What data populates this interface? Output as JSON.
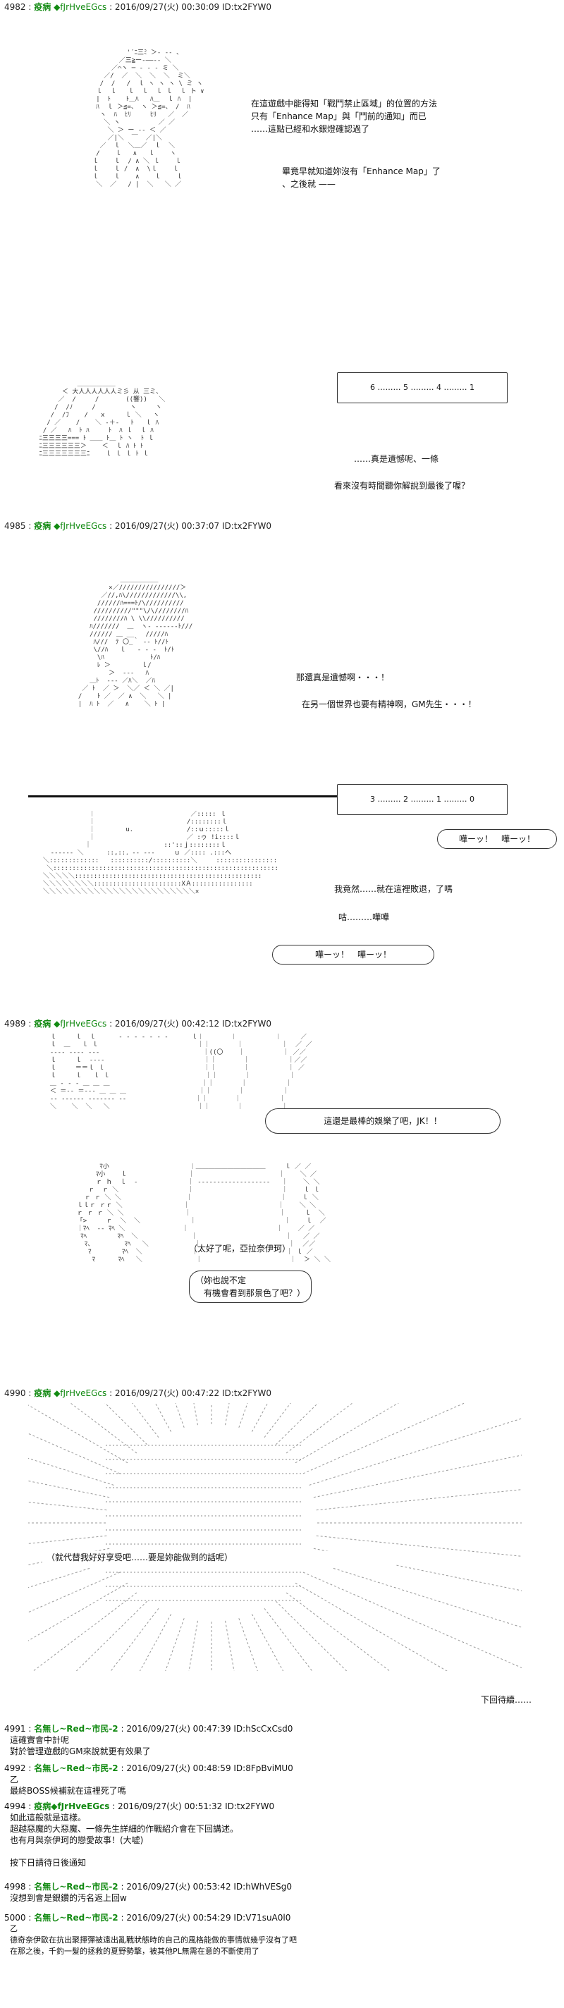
{
  "posts": [
    {
      "num": "4982 :",
      "name": "疫病",
      "trip": "◆fJrHveEGcs",
      "meta": " : 2016/09/27(火) 00:30:09 ID:tx2FYW0"
    },
    {
      "num": "4985 :",
      "name": "疫病",
      "trip": "◆fJrHveEGcs",
      "meta": " : 2016/09/27(火) 00:37:07 ID:tx2FYW0"
    },
    {
      "num": "4989 :",
      "name": "疫病",
      "trip": "◆fJrHveEGcs",
      "meta": " : 2016/09/27(火) 00:42:12 ID:tx2FYW0"
    },
    {
      "num": "4990 :",
      "name": "疫病",
      "trip": "◆fJrHveEGcs",
      "meta": " : 2016/09/27(火) 00:47:22 ID:tx2FYW0"
    }
  ],
  "p1": {
    "dialog1": "在這遊戲中能得知「戰鬥禁止區域」的位置的方法\n只有「Enhance Map」與「鬥前的通知」而已\n……這點已經和水銀燈確認過了",
    "dialog2": "畢竟早就知道妳沒有「Enhance Map」了\n、之後就 ——",
    "banner1": "6 ……… 5 ……… 4 ……… 1",
    "dialog3": "……真是遺憾呢、一條",
    "dialog4": "看來沒有時間聽你解說到最後了喔？"
  },
  "p2": {
    "dialog1": "那還真是遺憾啊・・・！",
    "dialog2": "在另一個世界也要有精神啊，GM先生・・・！",
    "banner1": "3 ……… 2 ……… 1 ……… 0",
    "spiky1": "嘩ーッ！　嘩ーッ！",
    "dialog3": "我竟然……就在這裡敗退，了嗎",
    "dialog4": "咕………嘩嘩",
    "spiky2": "嘩ーッ！　嘩ーッ！"
  },
  "p3": {
    "spiky1": "這還是最棒的娛樂了吧，JK！！",
    "dialog1": "（太好了呢，亞拉奈伊珂）",
    "dialog2": "（妳也說不定\n　有機會看到那景色了吧？）"
  },
  "p4": {
    "dialog1": "（就代替我好好享受吧……要是妳能做到的話呢）",
    "footer": "下回待續……"
  },
  "replies": [
    {
      "header_num": "4991 :",
      "name": "名無し~Red~市民-2",
      "meta": " : 2016/09/27(火) 00:47:39 ID:hScCxCsd0",
      "body": "這確實會中計呢\n對於管理遊戲的GM來說就更有效果了"
    },
    {
      "header_num": "4992 :",
      "name": "名無し~Red~市民-2",
      "meta": " : 2016/09/27(火) 00:48:59 ID:8FpBviMU0",
      "body": "乙\n最終BOSS候補就在這裡死了嗎"
    },
    {
      "header_num": "4994 :",
      "name": "疫病◆fJrHveEGcs",
      "meta": " : 2016/09/27(火) 00:51:32 ID:tx2FYW0",
      "body": "如此這般就是這樣。\n超越惡魔的大惡魔、一條先生詳細的作戰紹介會在下回講述。\n也有月與奈伊珂的戀愛故事！(大嘘)\n\n按下日請待日後通知"
    },
    {
      "header_num": "4998 :",
      "name": "名無し~Red~市民-2",
      "meta": " : 2016/09/27(火) 00:53:42 ID:hWhVESg0",
      "body": "沒想到會是銀鑽的汚名返上回w"
    },
    {
      "header_num": "5000 :",
      "name": "名無し~Red~市民-2",
      "meta": " : 2016/09/27(火) 00:54:29 ID:V71suA0l0",
      "body": "乙\n德奇奈伊歐在抗出聚揮彈被遠出亂戰狀態時的自己的風格能做的事情就幾乎沒有了吧\n在那之後，千釣一髮的拯救的夏野勢擊，被其他PL無需在意的不斷使用了"
    }
  ]
}
